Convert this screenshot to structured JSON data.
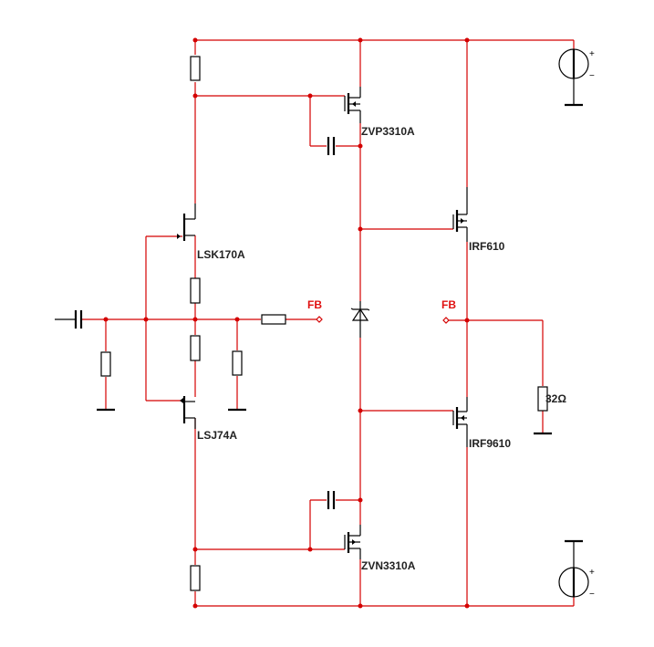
{
  "components": {
    "q_top_driver": "ZVP3310A",
    "q_bottom_driver": "ZVN3310A",
    "q_jfet_n": "LSK170A",
    "q_jfet_p": "LSJ74A",
    "q_out_n": "IRF610",
    "q_out_p": "IRF9610",
    "load": "32Ω"
  },
  "nets": {
    "feedback_left": "FB",
    "feedback_right": "FB"
  },
  "supply_top": {
    "plus": "+",
    "minus": "−"
  },
  "supply_bottom": {
    "plus": "+",
    "minus": "−"
  },
  "colors": {
    "wire": "#d40000",
    "component": "#000000",
    "label": "#222222",
    "net_label": "#e01010"
  }
}
